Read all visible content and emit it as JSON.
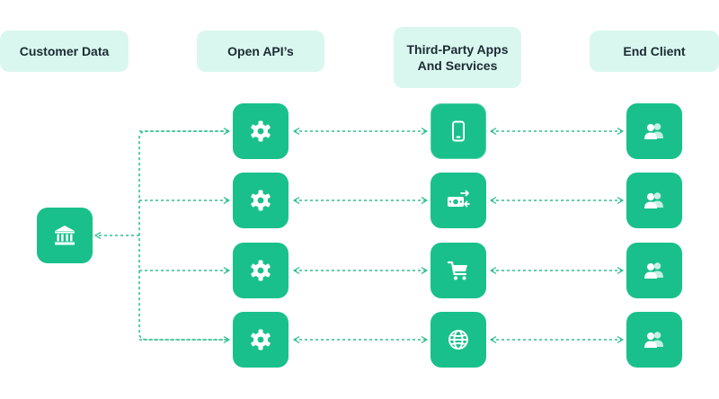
{
  "headers": {
    "customer_data": "Customer Data",
    "open_apis": "Open API’s",
    "third_party_line1": "Third-Party Apps",
    "third_party_line2": "And Services",
    "end_client": "End Client"
  },
  "colors": {
    "accent": "#19c08c",
    "header_bg": "#d9f7ef",
    "line": "#2fc08f",
    "icon_bg": "#ffffff"
  },
  "nodes": {
    "source_icon": "bank-icon",
    "api_icon": "gear-icon",
    "third_party_icons": [
      "mobile-phone-icon",
      "money-transfer-icon",
      "shopping-cart-icon",
      "globe-icon"
    ],
    "client_icon": "users-icon"
  }
}
